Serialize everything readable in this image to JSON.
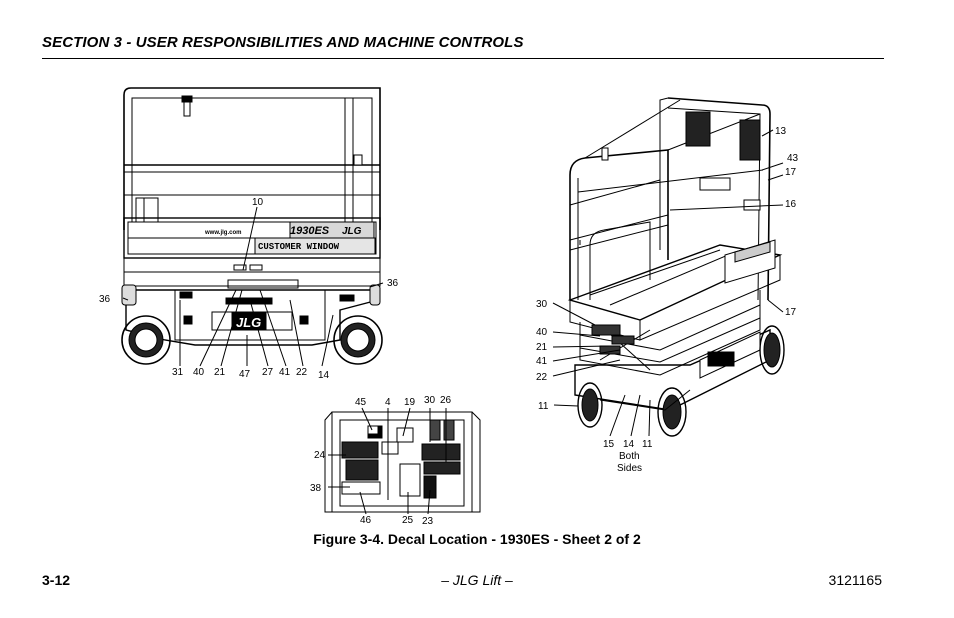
{
  "header": {
    "section_title": "SECTION 3 - USER RESPONSIBILITIES AND MACHINE CONTROLS"
  },
  "figure": {
    "caption": "Figure 3-4. Decal Location - 1930ES - Sheet 2 of 2",
    "decal_text": {
      "model": "1930ES",
      "window": "CUSTOMER WINDOW",
      "url": "www.jlg.com",
      "brand": "JLG"
    },
    "side_view_callouts": [
      "10",
      "36",
      "36",
      "31",
      "40",
      "21",
      "47",
      "27",
      "41",
      "22",
      "14"
    ],
    "iso_view_callouts": [
      "13",
      "43",
      "17",
      "16",
      "17",
      "30",
      "40",
      "21",
      "41",
      "22",
      "11",
      "15",
      "14",
      "11"
    ],
    "both_sides_note": [
      "Both",
      "Sides"
    ],
    "detail_view_callouts": [
      "45",
      "4",
      "19",
      "30",
      "26",
      "24",
      "38",
      "46",
      "25",
      "23"
    ]
  },
  "footer": {
    "page": "3-12",
    "center": "– JLG Lift –",
    "doc_number": "3121165"
  }
}
